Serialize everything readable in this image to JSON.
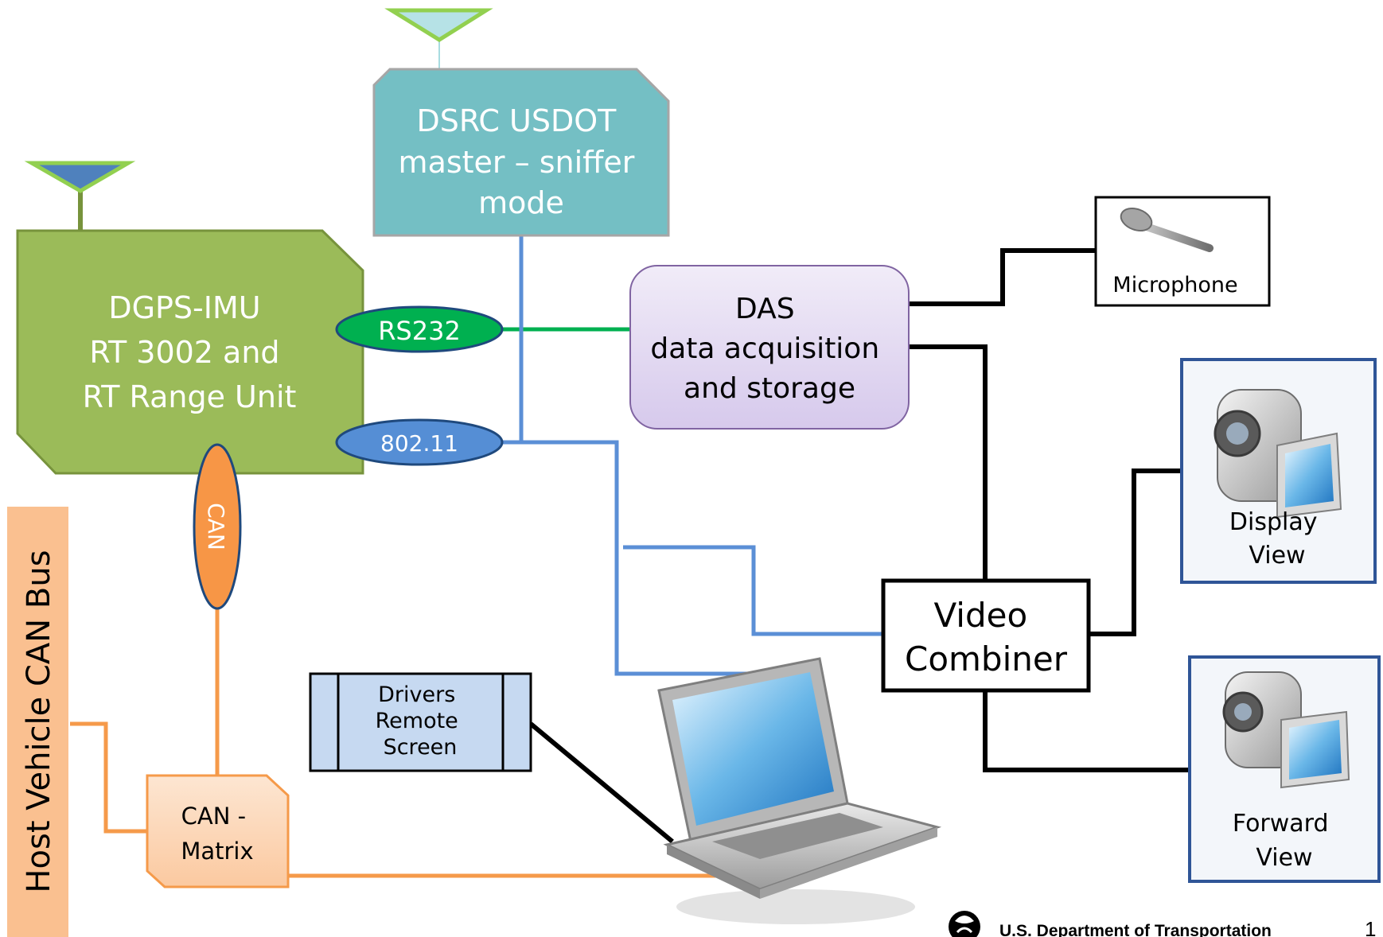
{
  "nodes": {
    "dsrc": [
      "DSRC USDOT",
      "master – sniffer",
      "mode"
    ],
    "dgps": [
      "DGPS-IMU",
      "RT 3002 and",
      "RT Range Unit"
    ],
    "das": [
      "DAS",
      "data acquisition",
      "and storage"
    ],
    "video_combiner": [
      "Video",
      "Combiner"
    ],
    "can_matrix": [
      "CAN -",
      "Matrix"
    ],
    "drivers_screen": [
      "Drivers",
      "Remote",
      "Screen"
    ],
    "can_bus": "Host Vehicle CAN Bus"
  },
  "ports": {
    "rs232": "RS232",
    "wifi": "802.11",
    "can": "CAN"
  },
  "devices": {
    "microphone": "Microphone",
    "display_cam": [
      "Display",
      "View"
    ],
    "forward_cam": [
      "Forward",
      "View"
    ]
  },
  "footer": {
    "org": "U.S. Department of Transportation",
    "page_number": "1"
  },
  "colors": {
    "dsrc": "#74bfc4",
    "dgps": "#9bbb59",
    "das": "#e4dcf2",
    "can_port": "#f79646",
    "rs232_port": "#00b050",
    "wifi_port": "#558ed5",
    "can_matrix": "#fcd5b5",
    "wire_blue": "#5b8fd6",
    "wire_orange": "#f59a4a",
    "wire_green": "#00b050",
    "wire_black": "#000000"
  }
}
